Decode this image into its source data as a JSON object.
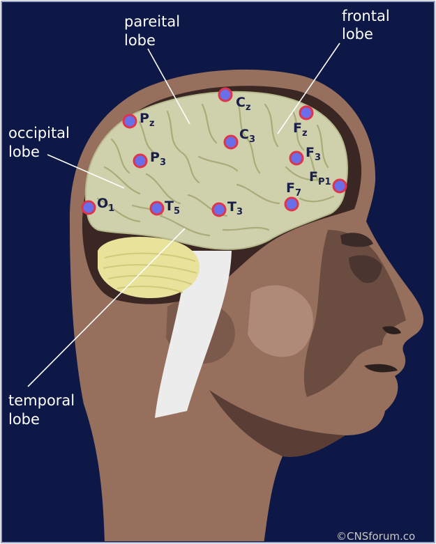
{
  "labels": {
    "parietal": [
      "pareital",
      "lobe"
    ],
    "frontal": [
      "frontal",
      "lobe"
    ],
    "occipital": [
      "occipital",
      "lobe"
    ],
    "temporal": [
      "temporal",
      "lobe"
    ]
  },
  "electrodes": [
    {
      "id": "cz",
      "main": "C",
      "sub": "z"
    },
    {
      "id": "pz",
      "main": "P",
      "sub": "z"
    },
    {
      "id": "fz",
      "main": "F",
      "sub": "z"
    },
    {
      "id": "c3",
      "main": "C",
      "sub": "3"
    },
    {
      "id": "p3",
      "main": "P",
      "sub": "3"
    },
    {
      "id": "f3",
      "main": "F",
      "sub": "3"
    },
    {
      "id": "fp1",
      "main": "F",
      "sub": "P1"
    },
    {
      "id": "f7",
      "main": "F",
      "sub": "7"
    },
    {
      "id": "o1",
      "main": "O",
      "sub": "1"
    },
    {
      "id": "t5",
      "main": "T",
      "sub": "5"
    },
    {
      "id": "t3",
      "main": "T",
      "sub": "3"
    }
  ],
  "credit": "©CNSforum.co",
  "colors": {
    "background": "#0d1846",
    "skin": "#96705d",
    "skin_dark": "#5a3e36",
    "skin_light": "#b08a78",
    "brain": "#cfd1ac",
    "cerebellum": "#e9e29b",
    "electrode_fill": "#6a6ee8",
    "electrode_ring": "#e0344a"
  }
}
